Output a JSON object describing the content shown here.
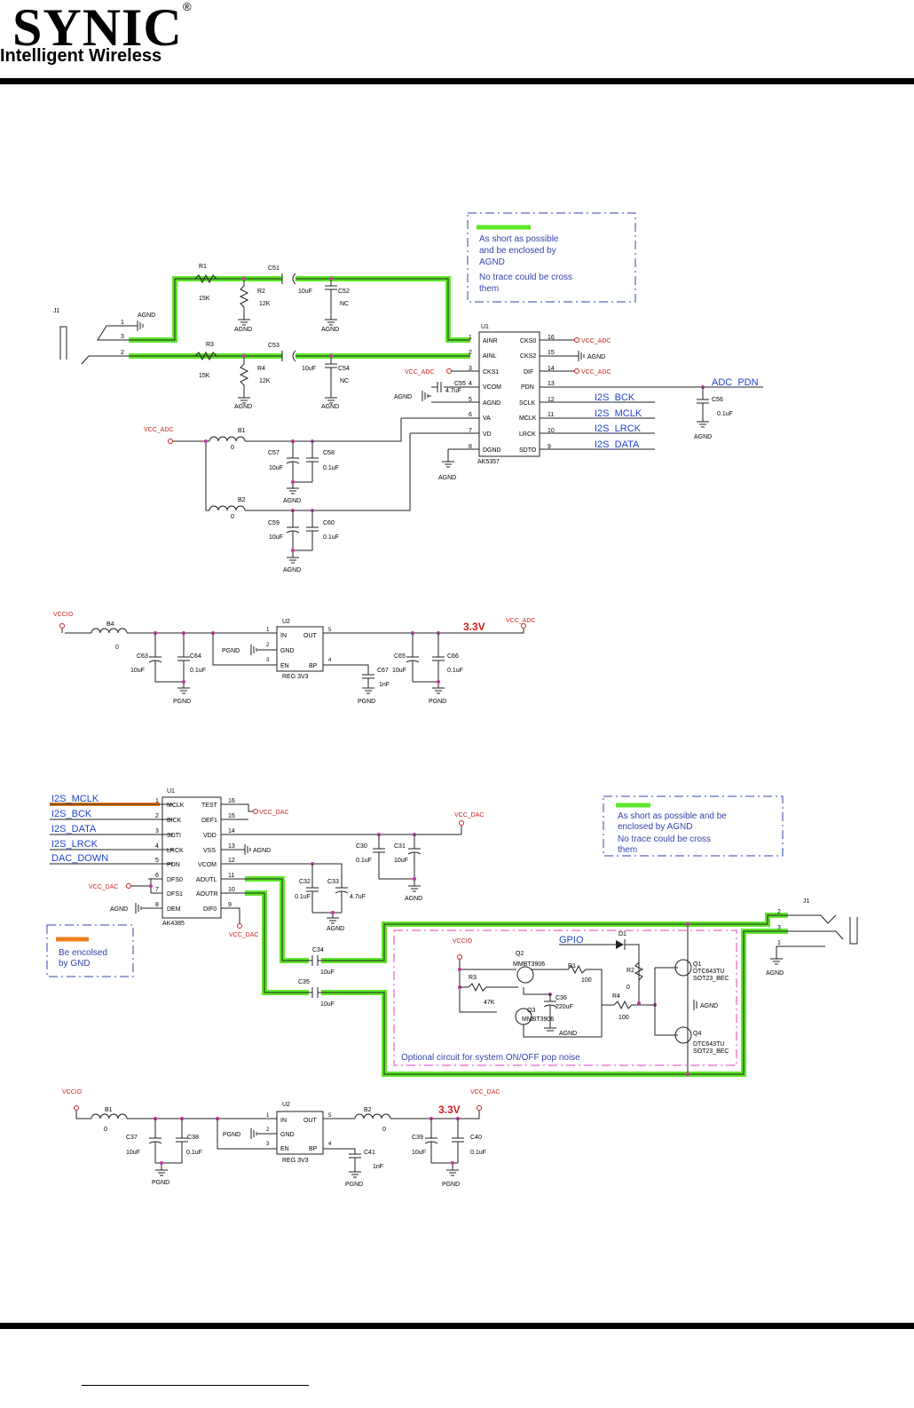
{
  "header": {
    "brand": "SYNIC",
    "registered_mark": "®",
    "tagline": "Intelligent Wireless"
  },
  "colors": {
    "highlight_green": "#5ee62a",
    "highlight_orange": "#f08020",
    "net_blue": "#2244cc",
    "power_red": "#cc2222",
    "junction_magenta": "#c0399c",
    "dashed_box_pink": "#e040c0",
    "note_box_blue": "#3344aa"
  },
  "adc_section": {
    "note": {
      "line1": "As short as possible",
      "line2": "and be enclosed by",
      "line3": "AGND",
      "line4": "No trace could be cross",
      "line5": "them"
    },
    "j1": {
      "ref": "J1",
      "pins": [
        "1",
        "3",
        "2"
      ]
    },
    "parts": {
      "r1": {
        "ref": "R1",
        "value": "15K"
      },
      "r2": {
        "ref": "R2",
        "value": "12K"
      },
      "r3": {
        "ref": "R3",
        "value": "15K"
      },
      "r4": {
        "ref": "R4",
        "value": "12K"
      },
      "c51": {
        "ref": "C51",
        "value": "10uF"
      },
      "c52": {
        "ref": "C52",
        "value": "NC"
      },
      "c53": {
        "ref": "C53",
        "value": "10uF"
      },
      "c54": {
        "ref": "C54",
        "value": "NC"
      },
      "c55": {
        "ref": "C55",
        "value": "4.7uF"
      },
      "c56": {
        "ref": "C56",
        "value": "0.1uF"
      },
      "c57": {
        "ref": "C57",
        "value": "10uF"
      },
      "c58": {
        "ref": "C58",
        "value": "0.1uF"
      },
      "c59": {
        "ref": "C59",
        "value": "10uF"
      },
      "c60": {
        "ref": "C60",
        "value": "0.1uF"
      },
      "b1": {
        "ref": "B1",
        "value": "0"
      },
      "b2": {
        "ref": "B2",
        "value": "0"
      }
    },
    "u1": {
      "ref": "U1",
      "part": "AK5357",
      "left_pins": [
        {
          "num": "1",
          "name": "AINR"
        },
        {
          "num": "2",
          "name": "AINL"
        },
        {
          "num": "3",
          "name": "CKS1"
        },
        {
          "num": "4",
          "name": "VCOM"
        },
        {
          "num": "5",
          "name": "AGND"
        },
        {
          "num": "6",
          "name": "VA"
        },
        {
          "num": "7",
          "name": "VD"
        },
        {
          "num": "8",
          "name": "DGND"
        }
      ],
      "right_pins": [
        {
          "num": "16",
          "name": "CKS0"
        },
        {
          "num": "15",
          "name": "CKS2"
        },
        {
          "num": "14",
          "name": "DIF"
        },
        {
          "num": "13",
          "name": "PDN"
        },
        {
          "num": "12",
          "name": "SCLK"
        },
        {
          "num": "11",
          "name": "MCLK"
        },
        {
          "num": "10",
          "name": "LRCK"
        },
        {
          "num": "9",
          "name": "SDTO"
        }
      ]
    },
    "nets": {
      "vcc_adc": "VCC_ADC",
      "agnd": "AGND",
      "adc_pdn": "ADC_PDN",
      "i2s_bck": "I2S_BCK",
      "i2s_mclk": "I2S_MCLK",
      "i2s_lrck": "I2S_LRCK",
      "i2s_data": "I2S_DATA"
    }
  },
  "adc_regulator": {
    "vccio": "VCCIO",
    "vout_label": "3.3V",
    "vcc_adc": "VCC_ADC",
    "pgnd": "PGND",
    "b4": {
      "ref": "B4",
      "value": "0"
    },
    "c63": {
      "ref": "C63",
      "value": "10uF"
    },
    "c64": {
      "ref": "C64",
      "value": "0.1uF"
    },
    "c65": {
      "ref": "C65",
      "value": "10uF"
    },
    "c66": {
      "ref": "C66",
      "value": "0.1uF"
    },
    "c67": {
      "ref": "C67",
      "value": "1nF"
    },
    "u2": {
      "ref": "U2",
      "part": "REG 3V3",
      "pins": [
        {
          "num": "1",
          "name": "IN"
        },
        {
          "num": "2",
          "name": "GND"
        },
        {
          "num": "3",
          "name": "EN"
        },
        {
          "num": "5",
          "name": "OUT"
        },
        {
          "num": "4",
          "name": "BP"
        }
      ]
    }
  },
  "dac_section": {
    "note": {
      "line1": "As short as possible and be",
      "line2": "enclosed by AGND",
      "line3": "No trace could be cross",
      "line4": "them"
    },
    "gnd_note": {
      "line1": "Be encolsed",
      "line2": "by GND"
    },
    "inputs": [
      "I2S_MCLK",
      "I2S_BCK",
      "I2S_DATA",
      "I2S_LRCK",
      "DAC_DOWN"
    ],
    "u1": {
      "ref": "U1",
      "part": "AK4385",
      "left_pins": [
        {
          "num": "1",
          "name": "MCLK"
        },
        {
          "num": "2",
          "name": "BICK"
        },
        {
          "num": "3",
          "name": "SDTI"
        },
        {
          "num": "4",
          "name": "LRCK"
        },
        {
          "num": "5",
          "name": "PDN"
        },
        {
          "num": "6",
          "name": "DFS0"
        },
        {
          "num": "7",
          "name": "DFS1"
        },
        {
          "num": "8",
          "name": "DEM"
        }
      ],
      "right_pins": [
        {
          "num": "16",
          "name": "TEST"
        },
        {
          "num": "15",
          "name": "DEF1"
        },
        {
          "num": "14",
          "name": "VDD"
        },
        {
          "num": "13",
          "name": "VSS"
        },
        {
          "num": "12",
          "name": "VCOM"
        },
        {
          "num": "11",
          "name": "AOUTL"
        },
        {
          "num": "10",
          "name": "AOUTR"
        },
        {
          "num": "9",
          "name": "DIF0"
        }
      ]
    },
    "nets": {
      "vcc_dac": "VCC_DAC",
      "agnd": "AGND",
      "vccio": "VCCIO",
      "gpio": "GPIO"
    },
    "parts": {
      "c30": {
        "ref": "C30",
        "value": "0.1uF"
      },
      "c31": {
        "ref": "C31",
        "value": "10uF"
      },
      "c32": {
        "ref": "C32",
        "value": "0.1uF"
      },
      "c33": {
        "ref": "C33",
        "value": "4.7uF"
      },
      "c34": {
        "ref": "C34",
        "value": "10uF"
      },
      "c35": {
        "ref": "C35",
        "value": "10uF"
      },
      "c36": {
        "ref": "C36",
        "value": "220uF"
      },
      "q2": {
        "ref": "Q2",
        "value": "MMBT3906"
      },
      "q3": {
        "ref": "Q3",
        "value": "MMBT3906"
      },
      "r1": {
        "ref": "R1",
        "value": "100"
      },
      "r2": {
        "ref": "R2",
        "value": "0"
      },
      "r3": {
        "ref": "R3",
        "value": "47K"
      },
      "r4": {
        "ref": "R4",
        "value": "100"
      },
      "d1": {
        "ref": "D1"
      },
      "q1": {
        "ref": "Q1",
        "value": "DTC643TU",
        "pkg": "SOT23_BEC"
      },
      "q4": {
        "ref": "Q4",
        "value": "DTC643TU",
        "pkg": "SOT23_BEC"
      },
      "j1": {
        "ref": "J1",
        "pins": [
          "2",
          "3",
          "1"
        ]
      }
    },
    "optional_label": "Optional circuit for system ON/OFF pop noise"
  },
  "dac_regulator": {
    "vccio": "VCCIO",
    "vout_label": "3.3V",
    "vcc_dac": "VCC_DAC",
    "pgnd": "PGND",
    "b1": {
      "ref": "B1",
      "value": "0"
    },
    "b2": {
      "ref": "B2",
      "value": "0"
    },
    "c37": {
      "ref": "C37",
      "value": "10uF"
    },
    "c38": {
      "ref": "C38",
      "value": "0.1uF"
    },
    "c39": {
      "ref": "C39",
      "value": "10uF"
    },
    "c40": {
      "ref": "C40",
      "value": "0.1uF"
    },
    "c41": {
      "ref": "C41",
      "value": "1nF"
    },
    "u2": {
      "ref": "U2",
      "part": "REG 3V3",
      "pins": [
        {
          "num": "1",
          "name": "IN"
        },
        {
          "num": "2",
          "name": "GND"
        },
        {
          "num": "3",
          "name": "EN"
        },
        {
          "num": "5",
          "name": "OUT"
        },
        {
          "num": "4",
          "name": "BP"
        }
      ]
    }
  }
}
